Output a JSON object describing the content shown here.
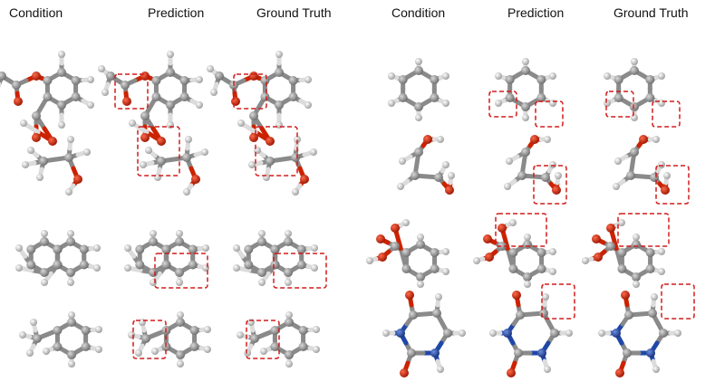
{
  "headers": {
    "left": [
      "Condition",
      "Prediction",
      "Ground Truth"
    ],
    "right": [
      "Condition",
      "Prediction",
      "Ground Truth"
    ]
  },
  "colors": {
    "carbon": "#8a8a8a",
    "hydrogen": "#dcdcdc",
    "oxygen": "#cc2200",
    "nitrogen": "#1f47a8",
    "highlight_box": "#d21b1b"
  },
  "panels": [
    {
      "name": "aspirin",
      "side": "left",
      "row": 1
    },
    {
      "name": "ethanol",
      "side": "left",
      "row": 2
    },
    {
      "name": "naphthalene",
      "side": "left",
      "row": 3
    },
    {
      "name": "toluene",
      "side": "left",
      "row": 4
    },
    {
      "name": "benzene",
      "side": "right",
      "row": 1
    },
    {
      "name": "malonaldehyde",
      "side": "right",
      "row": 2
    },
    {
      "name": "salicylic-acid",
      "side": "right",
      "row": 3
    },
    {
      "name": "uracil",
      "side": "right",
      "row": 4
    }
  ]
}
